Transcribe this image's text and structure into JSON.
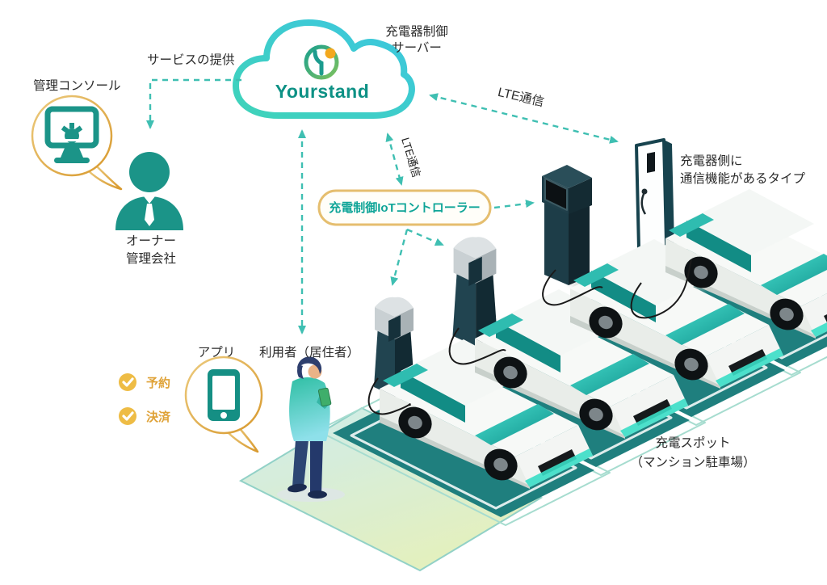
{
  "server": {
    "label_line1": "充電器制御",
    "label_line2": "サーバー",
    "brand": "Yourstand"
  },
  "admin": {
    "service_label": "サービスの提供",
    "console_label": "管理コンソール",
    "owner_line1": "オーナー",
    "owner_line2": "管理会社"
  },
  "network": {
    "lte_cloud_controller": "LTE通信",
    "lte_cloud_charger": "LTE通信"
  },
  "controller": {
    "label": "充電制御IoTコントローラー"
  },
  "charger_note": {
    "line1": "充電器側に",
    "line2": "通信機能があるタイプ"
  },
  "user": {
    "app_label": "アプリ",
    "user_label": "利用者（居住者）",
    "features": [
      {
        "label": "予約"
      },
      {
        "label": "決済"
      }
    ]
  },
  "spot": {
    "line1": "充電スポット",
    "line2": "（マンション駐車場）"
  },
  "colors": {
    "teal_brand": "#0d9185",
    "arrow_teal": "#3fbfb2",
    "gold": "#dfa237",
    "pad_teal": "#1f7f7e",
    "charger_navy": "#1d3d48"
  }
}
